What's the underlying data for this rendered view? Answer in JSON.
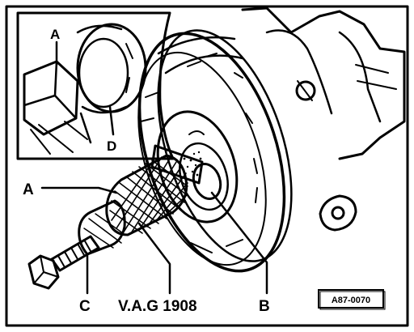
{
  "labels": {
    "inset_a": "A",
    "inset_d": "D",
    "a": "A",
    "c": "C",
    "tool": "V.A.G 1908",
    "b": "B"
  },
  "reference_code": "A87-0070",
  "colors": {
    "ink": "#000000",
    "paper": "#ffffff"
  }
}
